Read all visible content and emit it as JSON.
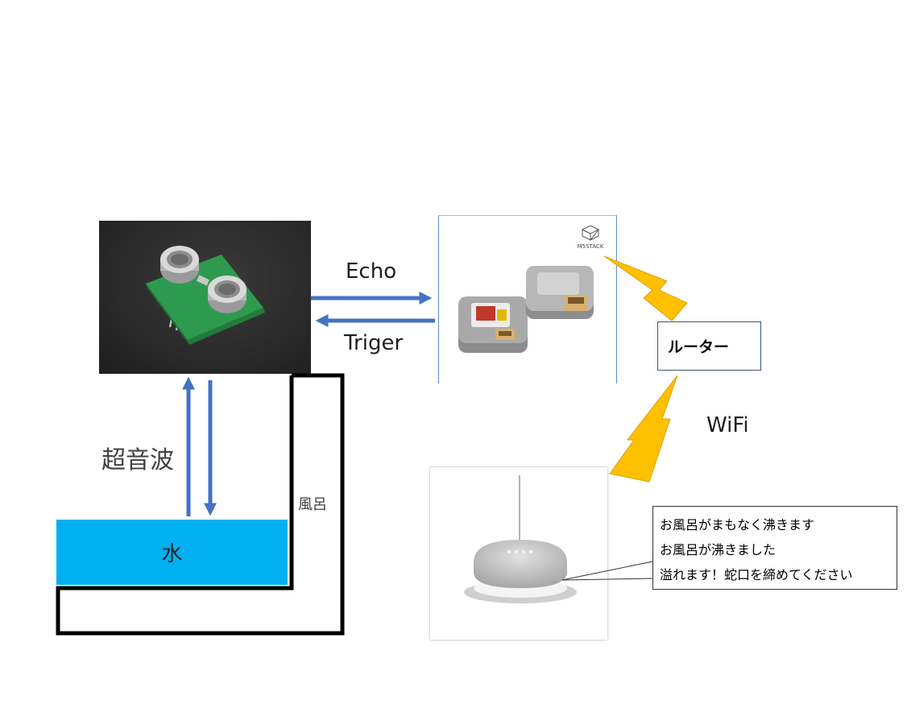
{
  "labels": {
    "echo": "Echo",
    "triger": "Triger",
    "router": "ルーター",
    "wifi": "WiFi",
    "ultrasonic": "超音波",
    "bath": "風呂",
    "water": "水"
  },
  "m5_logo": "M5STACK",
  "messages": [
    "お風呂がまもなく沸きます",
    "お風呂が沸きました",
    "溢れます！蛇口を締めてください"
  ],
  "colors": {
    "arrow": "#4472c4",
    "water": "#00b0f0",
    "lightning": "#ffc000",
    "tub_outline": "#000000"
  }
}
